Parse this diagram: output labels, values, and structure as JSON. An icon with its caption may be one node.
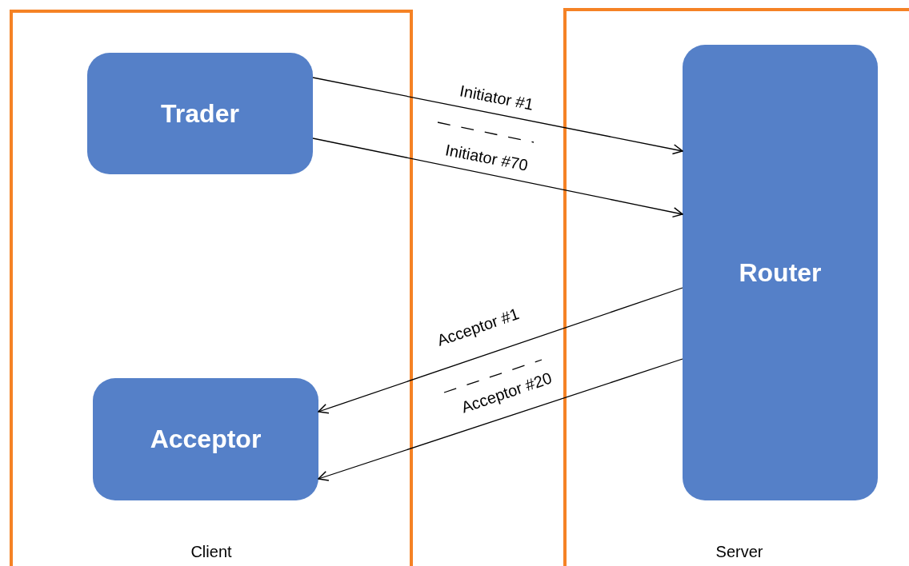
{
  "diagram": {
    "nodes": [
      {
        "text": [
          "Client"
        ]
      },
      {
        "text": [
          "Trader"
        ],
        "in": 0
      },
      {
        "text": [
          "Acceptor"
        ],
        "in": 0
      },
      {
        "text": [
          "Server"
        ]
      },
      {
        "text": [
          "Router"
        ],
        "in": 3
      }
    ],
    "edges": [
      {
        "from": 1,
        "to": 4,
        "arrow": "to",
        "label": "Initiator #1"
      },
      {
        "from": 1,
        "to": 4,
        "arrow": "to",
        "label": "Initiator #70"
      },
      {
        "from": 4,
        "to": 2,
        "arrow": "to",
        "label": "Acceptor #1"
      },
      {
        "from": 4,
        "to": 2,
        "arrow": "to",
        "label": "Acceptor #20"
      }
    ]
  }
}
